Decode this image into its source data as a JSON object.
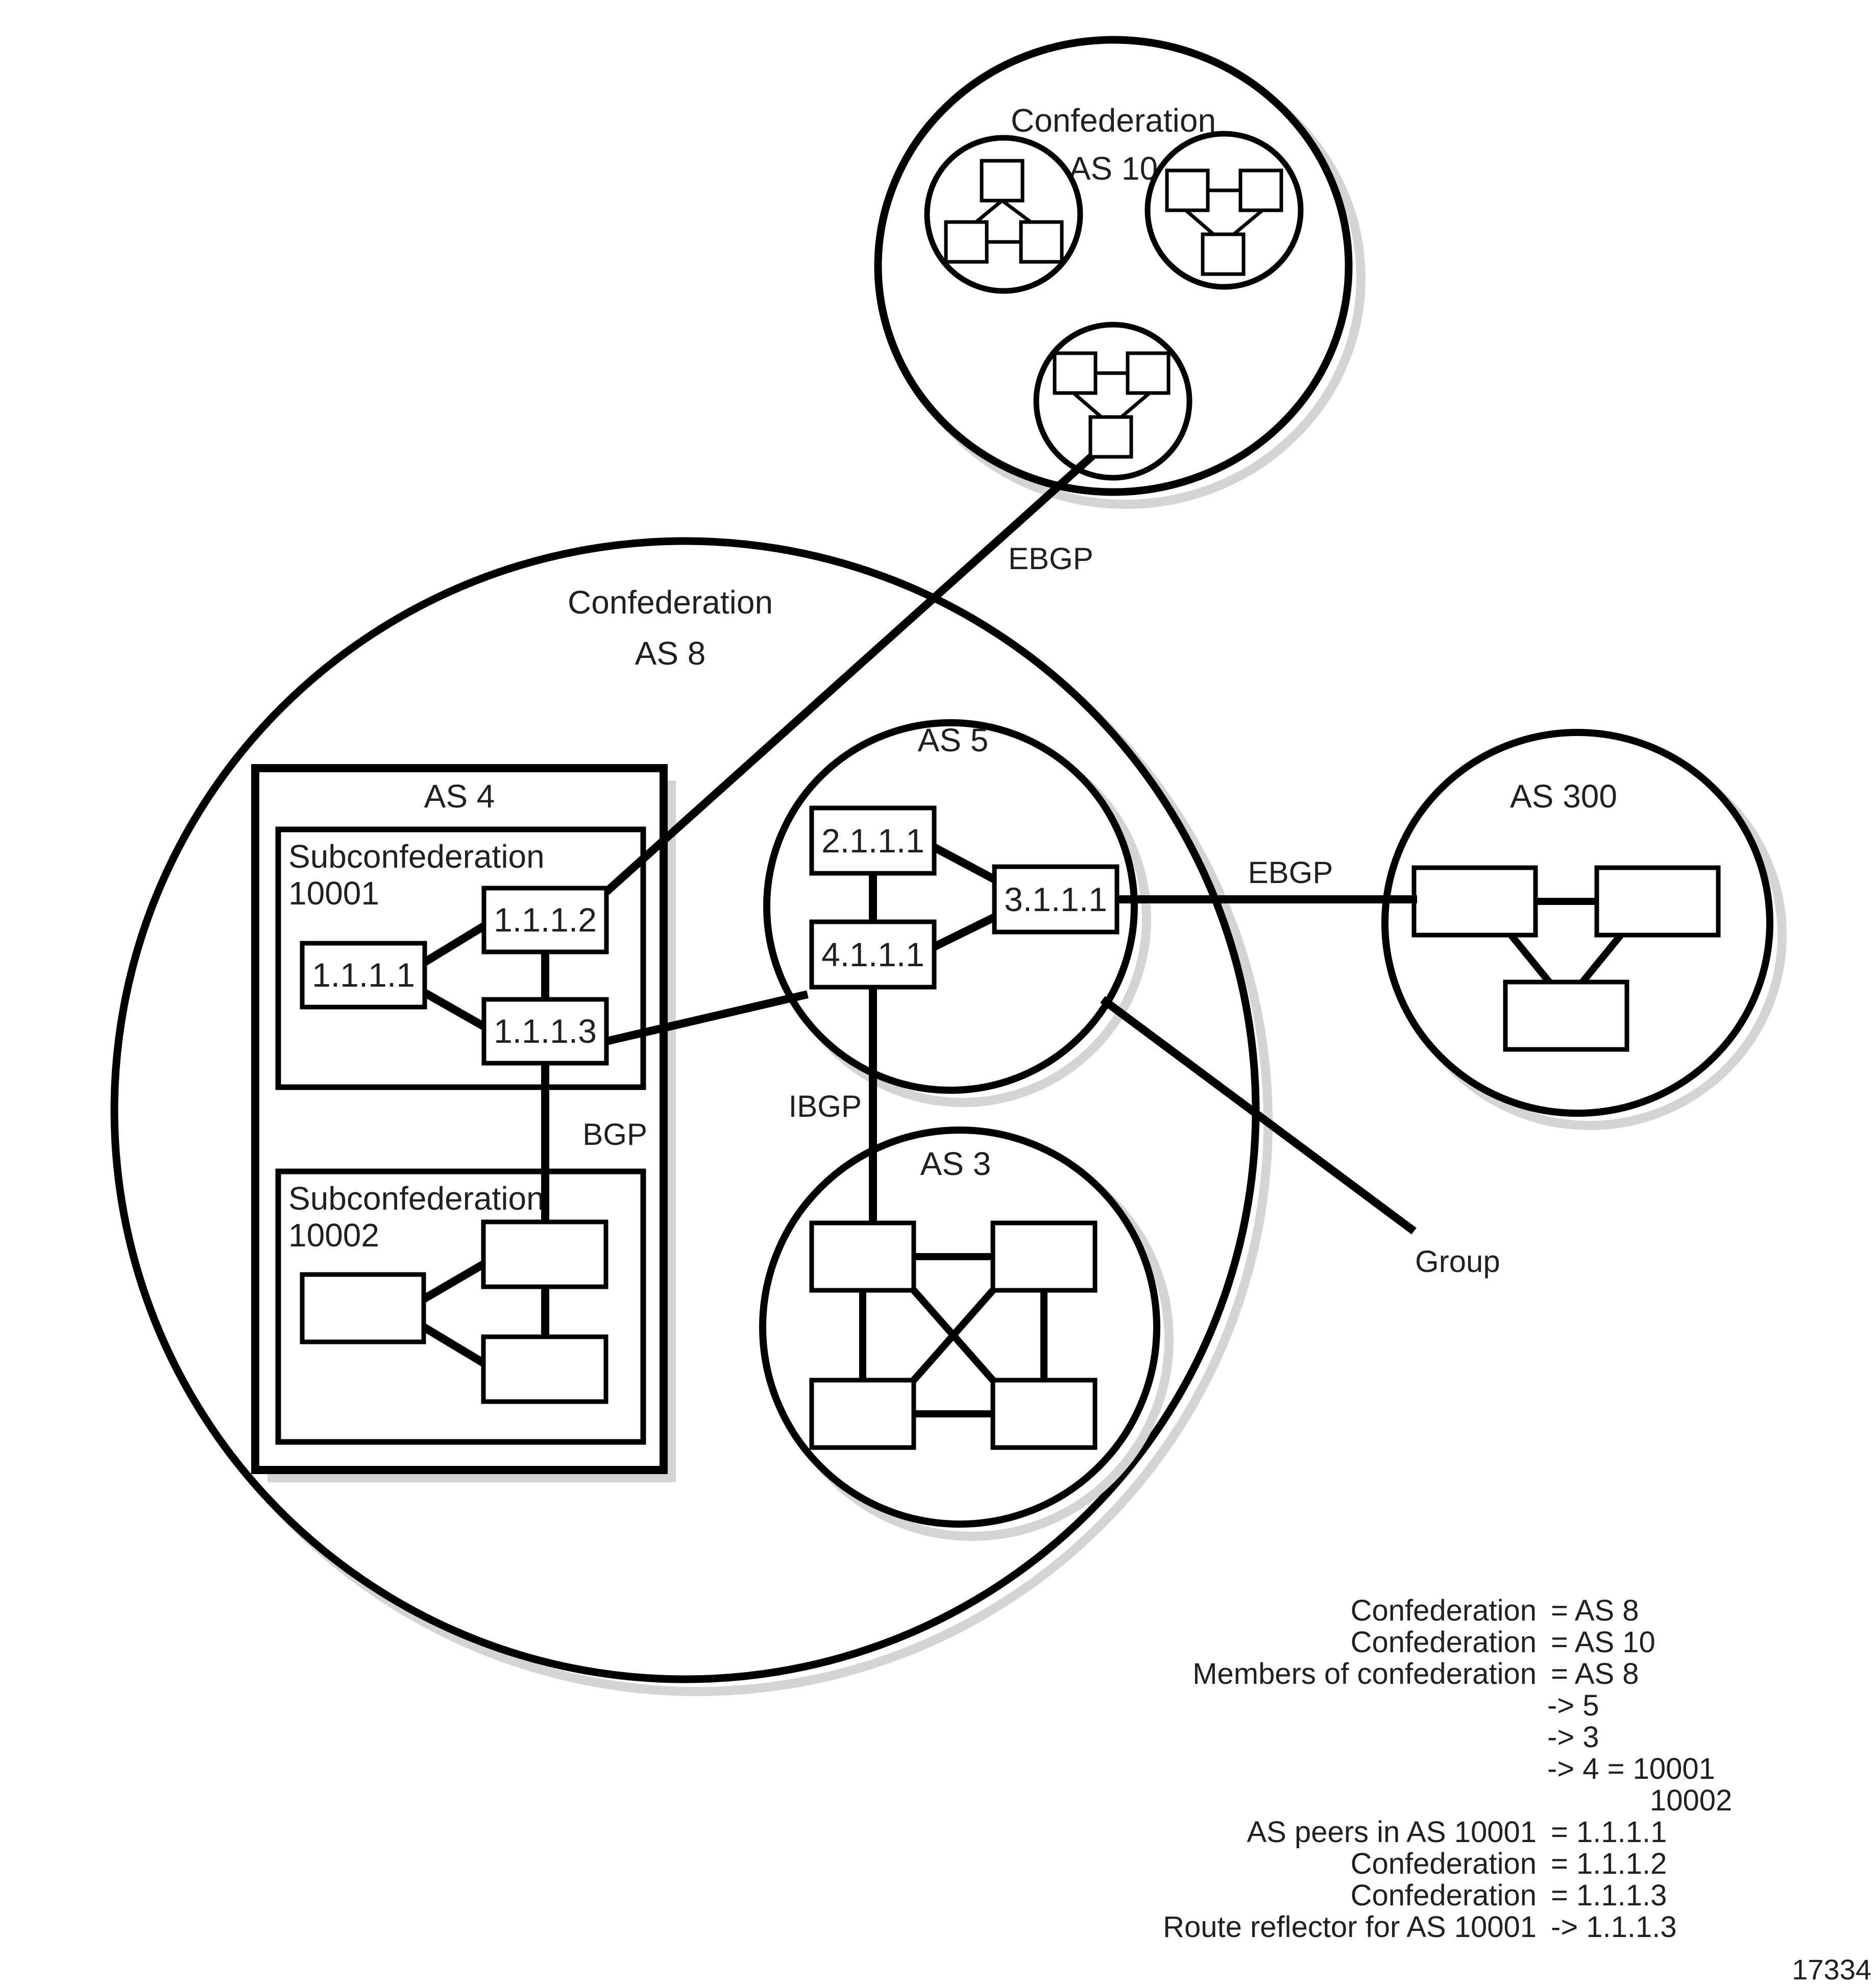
{
  "figure_number": "17334",
  "as10": {
    "label_line1": "Confederation",
    "label_line2": "AS 10"
  },
  "as8": {
    "label_line1": "Confederation",
    "label_line2": "AS 8"
  },
  "as4": {
    "label": "AS 4",
    "subconf10001": {
      "label_line1": "Subconfederation",
      "label_line2": "10001",
      "routers": [
        "1.1.1.1",
        "1.1.1.2",
        "1.1.1.3"
      ]
    },
    "subconf10002": {
      "label_line1": "Subconfederation",
      "label_line2": "10002"
    }
  },
  "as5": {
    "label": "AS 5",
    "routers": [
      "2.1.1.1",
      "4.1.1.1",
      "3.1.1.1"
    ]
  },
  "as3": {
    "label": "AS 3"
  },
  "as300": {
    "label": "AS 300"
  },
  "links": {
    "ebgp_top": "EBGP",
    "ebgp_right": "EBGP",
    "ibgp": "IBGP",
    "bgp": "BGP",
    "group": "Group"
  },
  "notes": {
    "lines": [
      {
        "left": "Confederation",
        "right": "= AS 8"
      },
      {
        "left": "Confederation",
        "right": "= AS 10"
      },
      {
        "left": "Members of confederation",
        "right": "= AS 8"
      },
      {
        "left": "",
        "right": "-> 5"
      },
      {
        "left": "",
        "right": "-> 3"
      },
      {
        "left": "",
        "right": "-> 4 = 10001"
      },
      {
        "left": "",
        "right": "10002"
      },
      {
        "left": "AS peers in AS 10001",
        "right": "= 1.1.1.1"
      },
      {
        "left": "Confederation",
        "right": "= 1.1.1.2"
      },
      {
        "left": "Confederation",
        "right": "= 1.1.1.3"
      },
      {
        "left": "Route reflector for AS 10001",
        "right": "-> 1.1.1.3"
      }
    ]
  }
}
